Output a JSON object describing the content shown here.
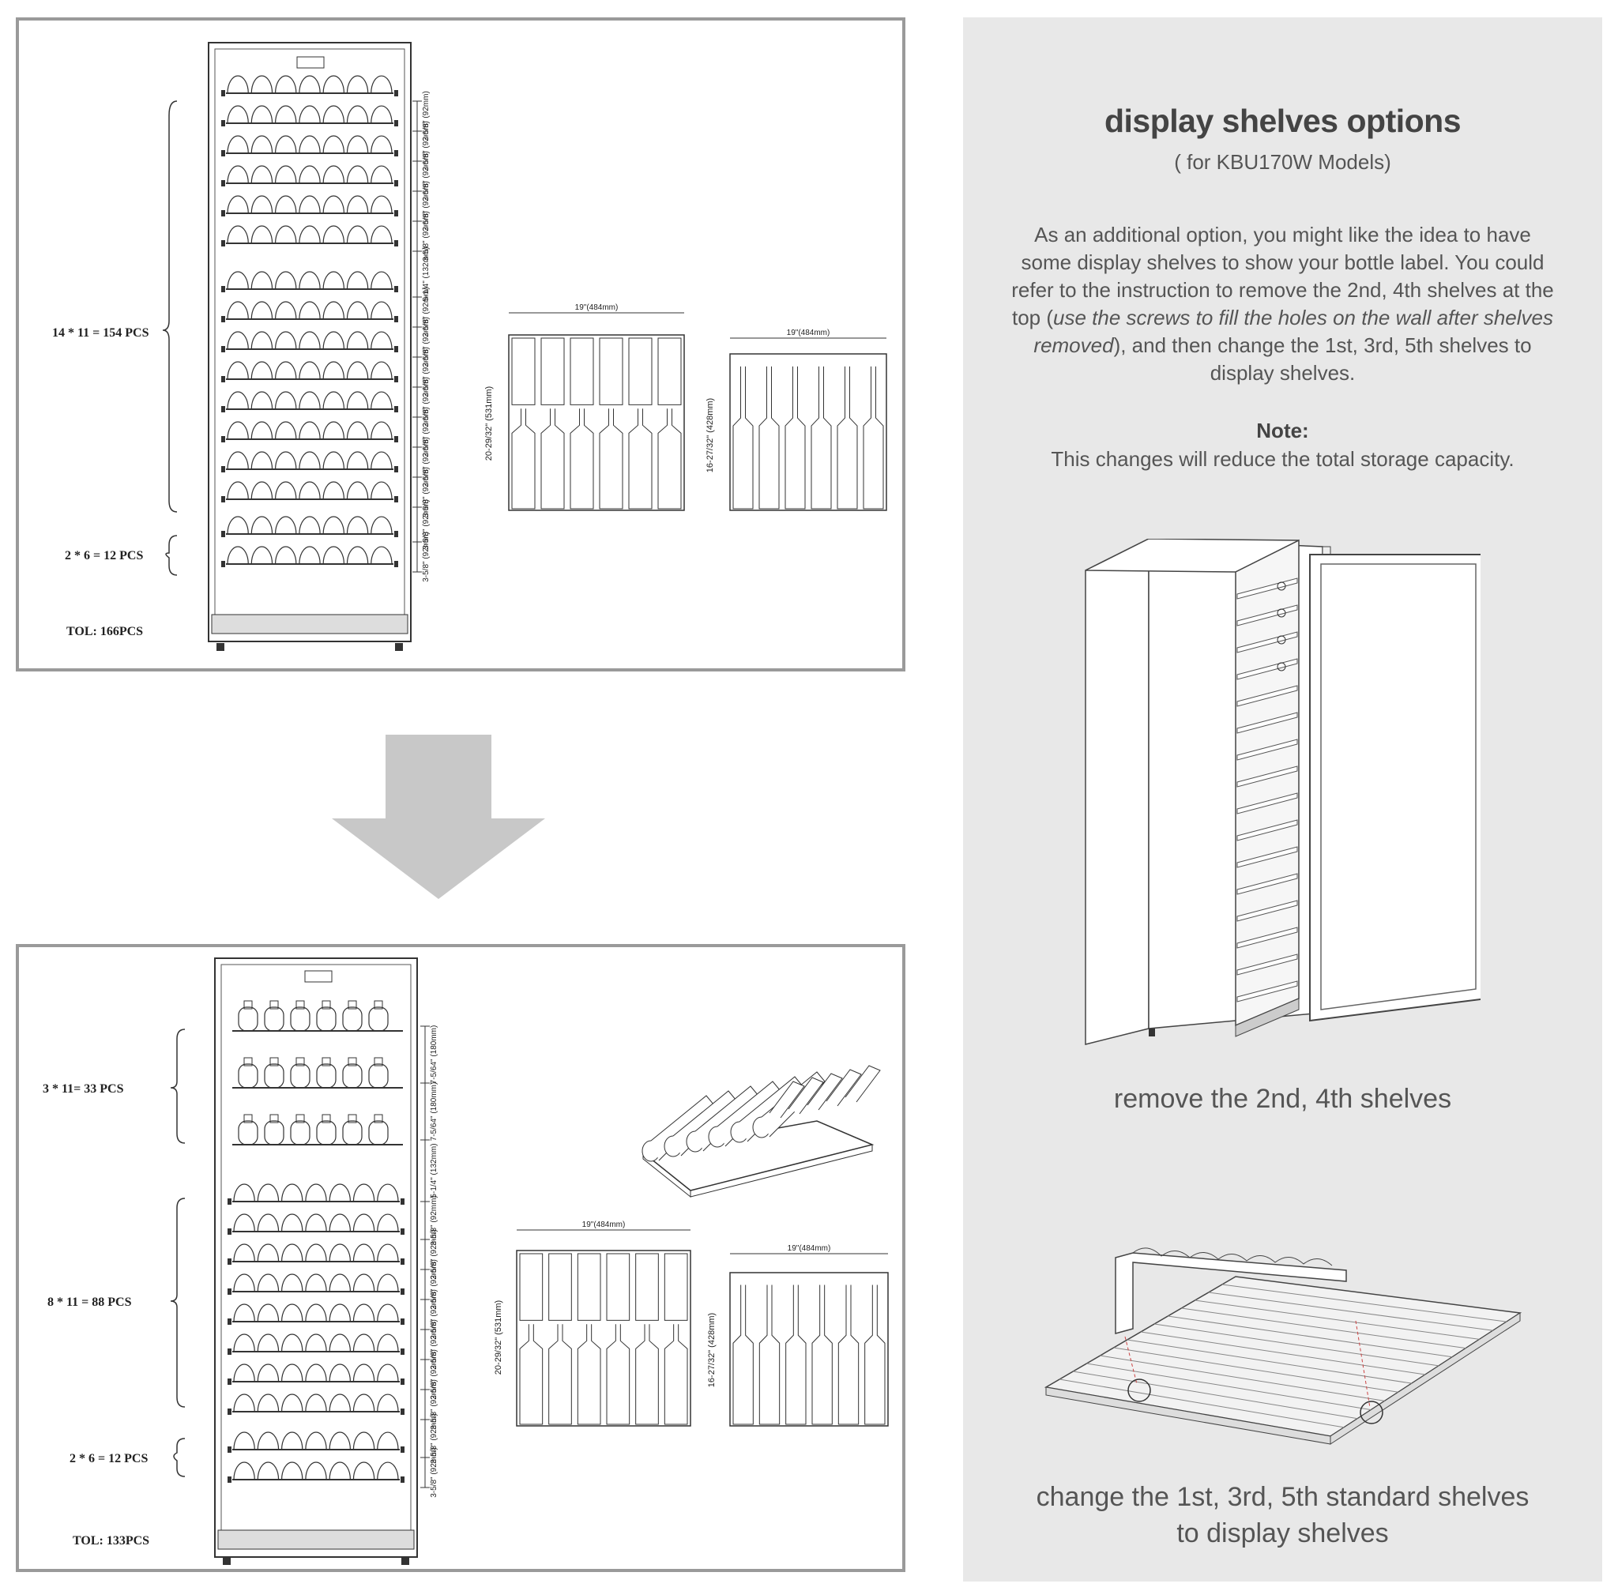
{
  "top_panel": {
    "group_labels": [
      "14 * 11 = 154 PCS",
      "2 * 6 = 12 PCS"
    ],
    "total": "TOL: 166PCS",
    "shelf_dims": [
      "3-5/8\" (92mm)",
      "5-1/4\" (132mm)"
    ],
    "width_dim": "19\"(484mm)",
    "depth_dim_1": "20-29/32\" (531mm)",
    "depth_dim_2": "16-27/32\" (428mm)"
  },
  "bottom_panel": {
    "group_labels": [
      "3 * 11= 33 PCS",
      "8 * 11 = 88 PCS",
      "2 * 6 = 12 PCS"
    ],
    "total": "TOL: 133PCS",
    "shelf_dims": [
      "7-5/64\" (180mm)",
      "5-1/4\" (132mm)",
      "3-5/8\" (92mm)"
    ],
    "width_dim": "19\"(484mm)",
    "depth_dim_1": "20-29/32\" (531mm)",
    "depth_dim_2": "16-27/32\" (428mm)"
  },
  "info": {
    "title": "display shelves options",
    "subtitle": "( for KBU170W Models)",
    "body_1": "As an additional option, you might like the idea to have some display shelves to show your bottle label. You could refer to the instruction to remove the 2nd, 4th shelves at the top (",
    "body_em": "use the screws to fill the holes on the wall after shelves removed",
    "body_2": "), and then change the 1st, 3rd, 5th shelves to display shelves.",
    "note_title": "Note:",
    "note_text": "This changes will reduce the total storage capacity.",
    "caption_1": "remove the 2nd, 4th shelves",
    "caption_2": "change the 1st, 3rd, 5th standard shelves to display shelves"
  },
  "colors": {
    "panel_border": "#9a9a9a",
    "arrow": "#c8c8c8",
    "sidebar_bg": "#e8e8e8",
    "text": "#555555"
  }
}
